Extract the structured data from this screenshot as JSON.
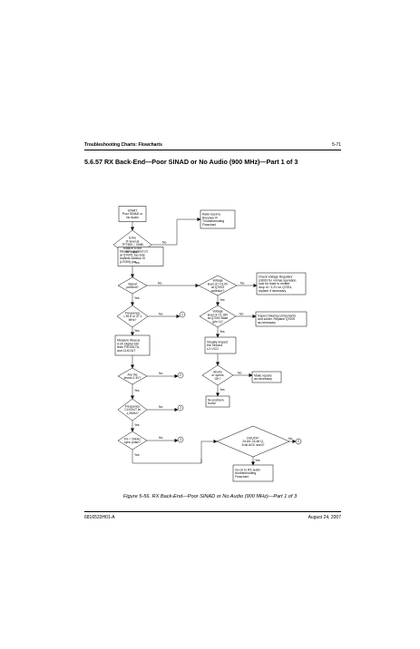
{
  "header": {
    "section_bold": "Troubleshooting Charts:",
    "section": " Flowcharts",
    "page_number": "5-71"
  },
  "title": "5.6.57  RX Back-End—Poor SINAD or No Audio (900 MHz)—Part 1 of 3",
  "caption": "Figure 5-56.  RX Back-End—Poor SINAD or No Audio (900 MHz)—Part 1 of 3",
  "footer": {
    "doc_number": "6816533H01-A",
    "date": "August 24, 2007"
  },
  "labels": {
    "yes": "Yes",
    "no": "No"
  },
  "connectors": {
    "one": "1",
    "two": "2"
  },
  "nodes": {
    "start": [
      "START",
      "Poor SINAD or",
      "No Audio"
    ],
    "d_level": [
      "Is the",
      "IF level at",
      "TP7353 ~ 20dB",
      "relative to the",
      "RF input?"
    ],
    "refer_back": [
      "Refer back to",
      "Receiver IF",
      "Troubleshooting",
      "Flowchart"
    ],
    "measure_lo": [
      "Measure Second LO",
      "at Q7005, top side",
      "towards Abacus III",
      "(U7000) pin"
    ],
    "d_signal": [
      "Signal",
      "present?"
    ],
    "d_voltage1": [
      "Voltage",
      "level of >+3.0V",
      "at Q7003",
      "collector?"
    ],
    "check_reg": [
      "Check Voltage Regulator",
      "U3003 for normal operation,",
      "look for base to emitter",
      "drop of ~1.2V on Q7001,",
      "replace if necessary"
    ],
    "d_voltage2": [
      "Voltage",
      "level of >2.18V",
      "at Q7000 Base",
      "(pin 1)?"
    ],
    "inspect": [
      "Inspect biasing components",
      "and solder. Replace Q7000",
      "as necessary"
    ],
    "d_freq1": [
      "Frequency",
      "= 35.6 or 37.1",
      "MHz?"
    ],
    "visually": [
      "Visually inspect",
      "the Second",
      "LO VCO"
    ],
    "measure_abacus": [
      "Measure Abacus",
      "0-3V Digital SSI",
      "lines FSO/DLTA,",
      "and CLKOUT"
    ],
    "d_shorts": [
      "Shorts",
      "or opens",
      "OK?"
    ],
    "make_repairs": [
      "Make repairs",
      "as necessary"
    ],
    "d_levels": [
      "Are the",
      "levels 0.3V?"
    ],
    "no_problem": [
      "No problem",
      "found"
    ],
    "d_freq2": [
      "Frequency",
      "CLKOUT at",
      "1.2MHz?"
    ],
    "d_dout": [
      "DOUTA=",
      "24-bit, 24-bit Q,",
      "8-bit AGC word?"
    ],
    "d_fs": [
      "FS = 20kHz",
      "sync pulse?"
    ],
    "go_on": [
      "Go on to RX audio",
      "troubleshooting",
      "Flowchart"
    ]
  }
}
